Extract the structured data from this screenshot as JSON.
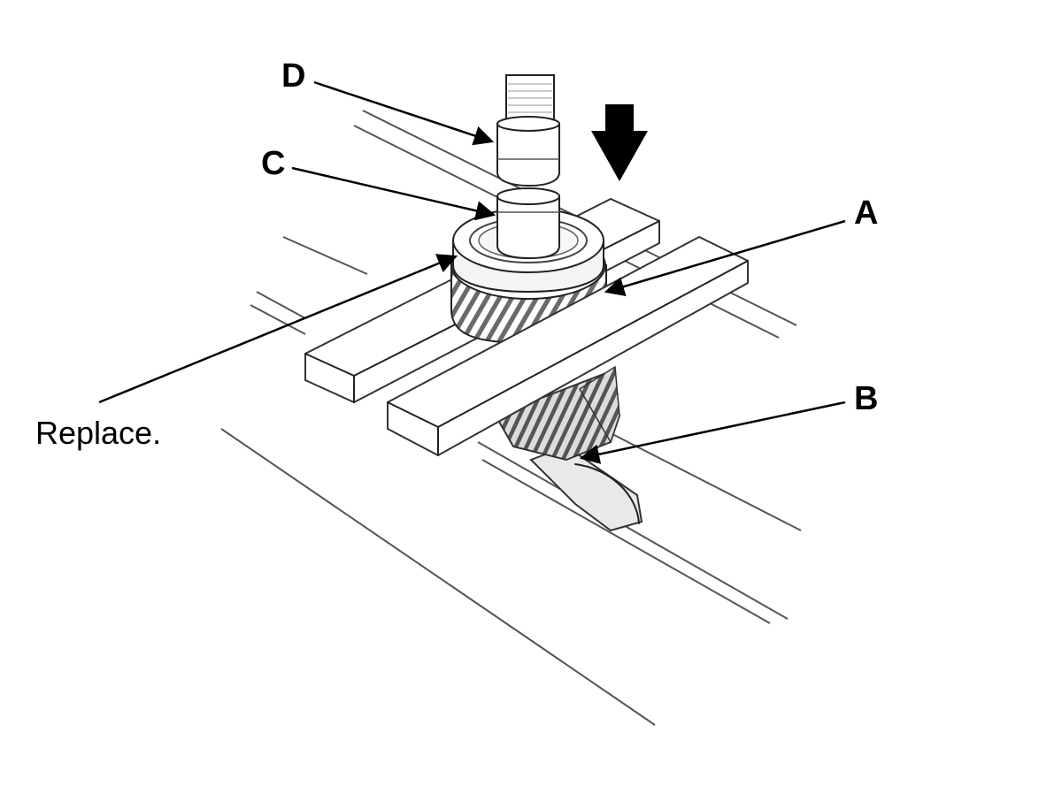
{
  "labels": {
    "a": "A",
    "b": "B",
    "c": "C",
    "d": "D",
    "replace": "Replace."
  },
  "icons": {
    "press_direction": "down-arrow-icon"
  },
  "colors": {
    "line": "#222222",
    "background": "#ffffff"
  }
}
